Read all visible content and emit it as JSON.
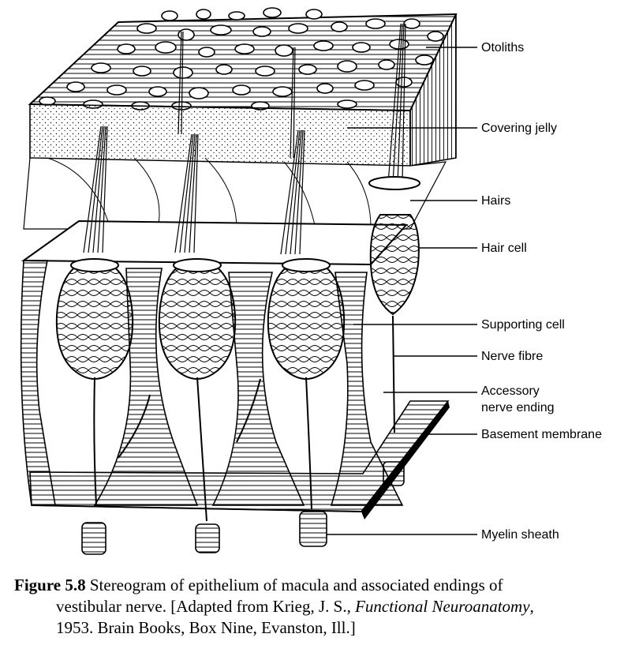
{
  "labels": {
    "otoliths": "Otoliths",
    "covering_jelly": "Covering jelly",
    "hairs": "Hairs",
    "hair_cell": "Hair cell",
    "supporting_cell": "Supporting cell",
    "nerve_fibre": "Nerve fibre",
    "accessory_nerve_ending_line1": "Accessory",
    "accessory_nerve_ending_line2": "nerve ending",
    "basement_membrane": "Basement membrane",
    "myelin_sheath": "Myelin sheath"
  },
  "caption": {
    "figure_number": "Figure 5.8",
    "line1_text": " Stereogram of epithelium of macula and associated endings of",
    "line2_before_italic": "vestibular nerve. [Adapted from Krieg, J. S., ",
    "line2_italic": "Functional Neuroanatomy",
    "line2_after_italic": ",",
    "line3_text": "1953. Brain Books, Box Nine, Evanston, Ill.]"
  }
}
